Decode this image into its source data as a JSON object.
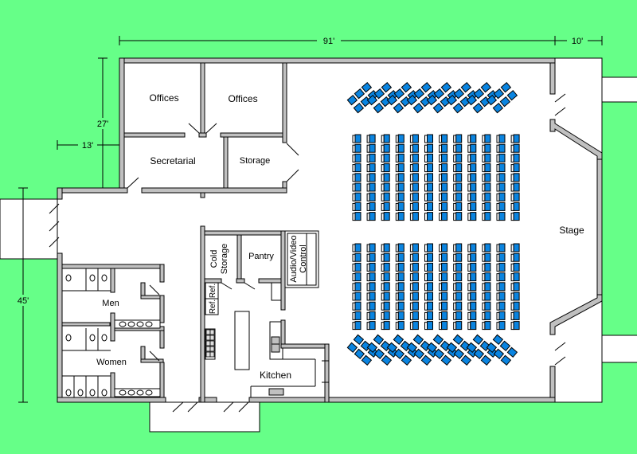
{
  "title": "Church floor plan",
  "colors": {
    "ground": "#66ff88",
    "wall": "#c0c0c0",
    "chair": "#0a84e0",
    "floor": "#ffffff"
  },
  "dimensions": {
    "width_main": "91'",
    "width_stage": "10'",
    "office_depth": "27'",
    "office_offset": "13'",
    "lower_depth": "45'"
  },
  "rooms": {
    "offices_1": "Offices",
    "offices_2": "Offices",
    "secretarial": "Secretarial",
    "storage": "Storage",
    "stage": "Stage",
    "men": "Men",
    "women": "Women",
    "cold_storage_1": "Cold",
    "cold_storage_2": "Storage",
    "pantry": "Pantry",
    "av_1": "Audio/Video",
    "av_2": "Control",
    "ref_1": "Ref.",
    "ref_2": "Ref.",
    "kitchen": "Kitchen"
  },
  "seating": {
    "block_columns": 12,
    "block_rows": 9,
    "blocks": 2
  }
}
